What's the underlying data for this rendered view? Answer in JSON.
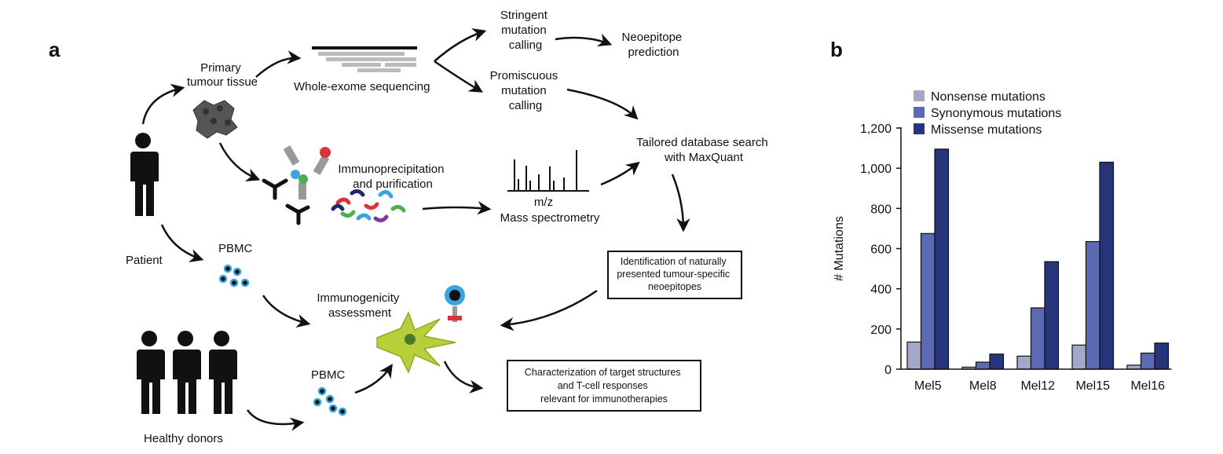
{
  "panel_a": {
    "letter": "a",
    "labels": {
      "primary": [
        "Primary",
        "tumour tissue"
      ],
      "wes": "Whole-exome sequencing",
      "stringent": [
        "Stringent",
        "mutation",
        "calling"
      ],
      "neoepitope": [
        "Neoepitope",
        "prediction"
      ],
      "promiscuous": [
        "Promiscuous",
        "mutation",
        "calling"
      ],
      "tailored": [
        "Tailored database search",
        "with MaxQuant"
      ],
      "immunoprecip": [
        "Immunoprecipitation",
        "and purification"
      ],
      "mz": "m/z",
      "massspec": "Mass spectrometry",
      "patient": "Patient",
      "pbmc1": "PBMC",
      "identification": [
        "Identification of naturally",
        "presented tumour-specific",
        "neoepitopes"
      ],
      "immunogenicity": [
        "Immunogenicity",
        "assessment"
      ],
      "pbmc2": "PBMC",
      "characterization": [
        "Characterization of target structures",
        "and T-cell responses",
        "relevant for immunotherapies"
      ],
      "healthy": "Healthy donors"
    }
  },
  "panel_b": {
    "letter": "b",
    "chart_data": {
      "type": "bar",
      "categories": [
        "Mel5",
        "Mel8",
        "Mel12",
        "Mel15",
        "Mel16"
      ],
      "series": [
        {
          "name": "Nonsense mutations",
          "values": [
            135,
            10,
            65,
            120,
            20
          ],
          "color": "#a3a8c9"
        },
        {
          "name": "Synonymous mutations",
          "values": [
            675,
            35,
            305,
            635,
            80
          ],
          "color": "#5b6ab2"
        },
        {
          "name": "Missense mutations",
          "values": [
            1095,
            75,
            535,
            1030,
            130
          ],
          "color": "#263479"
        }
      ],
      "ylabel": "# Mutations",
      "yticks": [
        "0",
        "200",
        "400",
        "600",
        "800",
        "1,000",
        "1,200"
      ],
      "ylim": [
        0,
        1200
      ],
      "legend": "top-left",
      "grid": false
    }
  }
}
